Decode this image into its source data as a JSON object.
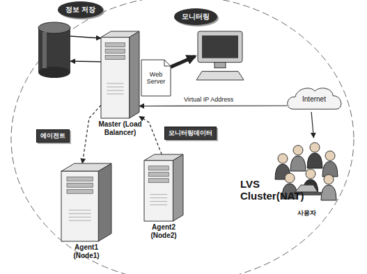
{
  "diagram": {
    "nodes": [
      {
        "text": [
          "정보 저장"
        ]
      },
      {
        "text": [
          "Master (Load Balancer)"
        ]
      },
      {
        "text": [
          "Web Server"
        ]
      },
      {
        "text": [
          "모니터링"
        ]
      },
      {
        "text": [
          "Internet"
        ]
      },
      {
        "text": [
          "사용자"
        ]
      },
      {
        "text": [
          "Agent1 (Node1)"
        ]
      },
      {
        "text": [
          "Agent2 (Node2)"
        ]
      }
    ],
    "edges": [
      {
        "from": 0,
        "to": 1,
        "arrow": "to"
      },
      {
        "from": 1,
        "to": 0,
        "arrow": "to"
      },
      {
        "from": 2,
        "to": 3,
        "arrow": "to"
      },
      {
        "from": 4,
        "to": 1,
        "label": "Virtual IP Address",
        "arrow": "to"
      },
      {
        "from": 4,
        "to": 5,
        "arrow": "to"
      },
      {
        "from": 1,
        "to": 6,
        "label": "에이전트",
        "arrow": "to"
      },
      {
        "from": 7,
        "to": 1,
        "label": "모니터링데이터",
        "arrow": "to"
      }
    ],
    "labels": [
      "LVS Cluster(NAT)"
    ]
  }
}
